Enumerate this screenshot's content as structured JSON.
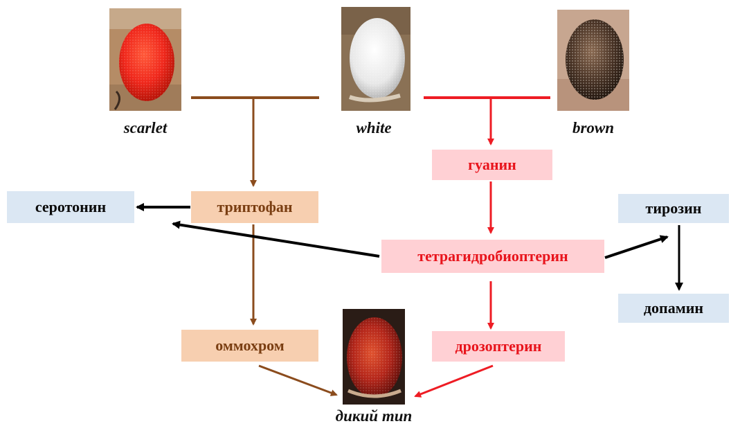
{
  "mutants": {
    "scarlet": "scarlet",
    "white": "white",
    "brown": "brown",
    "wild_type": "дикий тип"
  },
  "nodes": {
    "tryptophan": "триптофан",
    "serotonin": "серотонин",
    "ommochrome": "оммохром",
    "guanine": "гуанин",
    "tetrahydrobiopterin": "тетрагидробиоптерин",
    "drosopterin": "дрозоптерин",
    "tyrosine": "тирозин",
    "dopamine": "допамин"
  },
  "colors": {
    "ommochrome_pathway": "#8b4c1d",
    "pteridine_pathway": "#ee1c24",
    "other_pathway": "#000000"
  }
}
